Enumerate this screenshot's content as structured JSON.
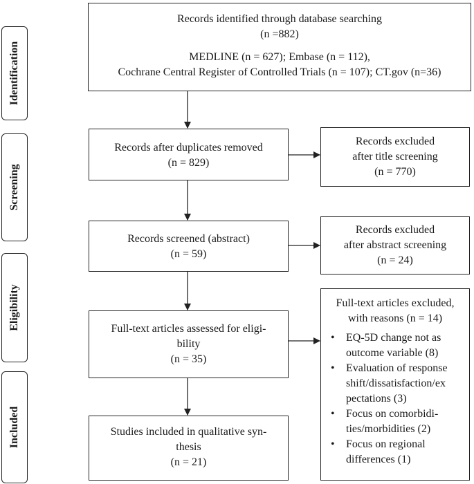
{
  "phases": {
    "identification": "Identification",
    "screening": "Screening",
    "eligibility": "Eligibility",
    "included": "Included"
  },
  "identified": {
    "line1": "Records identified through database searching",
    "line2": "(n =882)",
    "line3": "MEDLINE (n = 627); Embase (n = 112),",
    "line4": "Cochrane Central Register of Controlled Trials (n = 107); CT.gov (n=36)"
  },
  "deduplicated": {
    "line1": "Records after duplicates removed",
    "line2": "(n = 829)"
  },
  "excluded_title": {
    "line1": "Records excluded",
    "line2": "after title screening",
    "line3": "(n = 770)"
  },
  "screened": {
    "line1": "Records screened (abstract)",
    "line2": "(n = 59)"
  },
  "excluded_abstract": {
    "line1": "Records excluded",
    "line2": "after abstract screening",
    "line3": "(n = 24)"
  },
  "fulltext": {
    "line1": "Full-text articles assessed for eligi-",
    "line2": "bility",
    "line3": "(n = 35)"
  },
  "excluded_fulltext": {
    "line1": "Full-text articles excluded,",
    "line2": "with reasons (n = 14)",
    "reasons": [
      [
        "EQ-5D change not as",
        "outcome variable (8)"
      ],
      [
        "Evaluation of response",
        "shift/dissatisfaction/ex",
        "pectations (3)"
      ],
      [
        "Focus on comorbidi-",
        "ties/morbidities (2)"
      ],
      [
        "Focus on regional",
        "differences (1)"
      ]
    ]
  },
  "included": {
    "line1": "Studies included in qualitative syn-",
    "line2": "thesis",
    "line3": "(n = 21)"
  }
}
